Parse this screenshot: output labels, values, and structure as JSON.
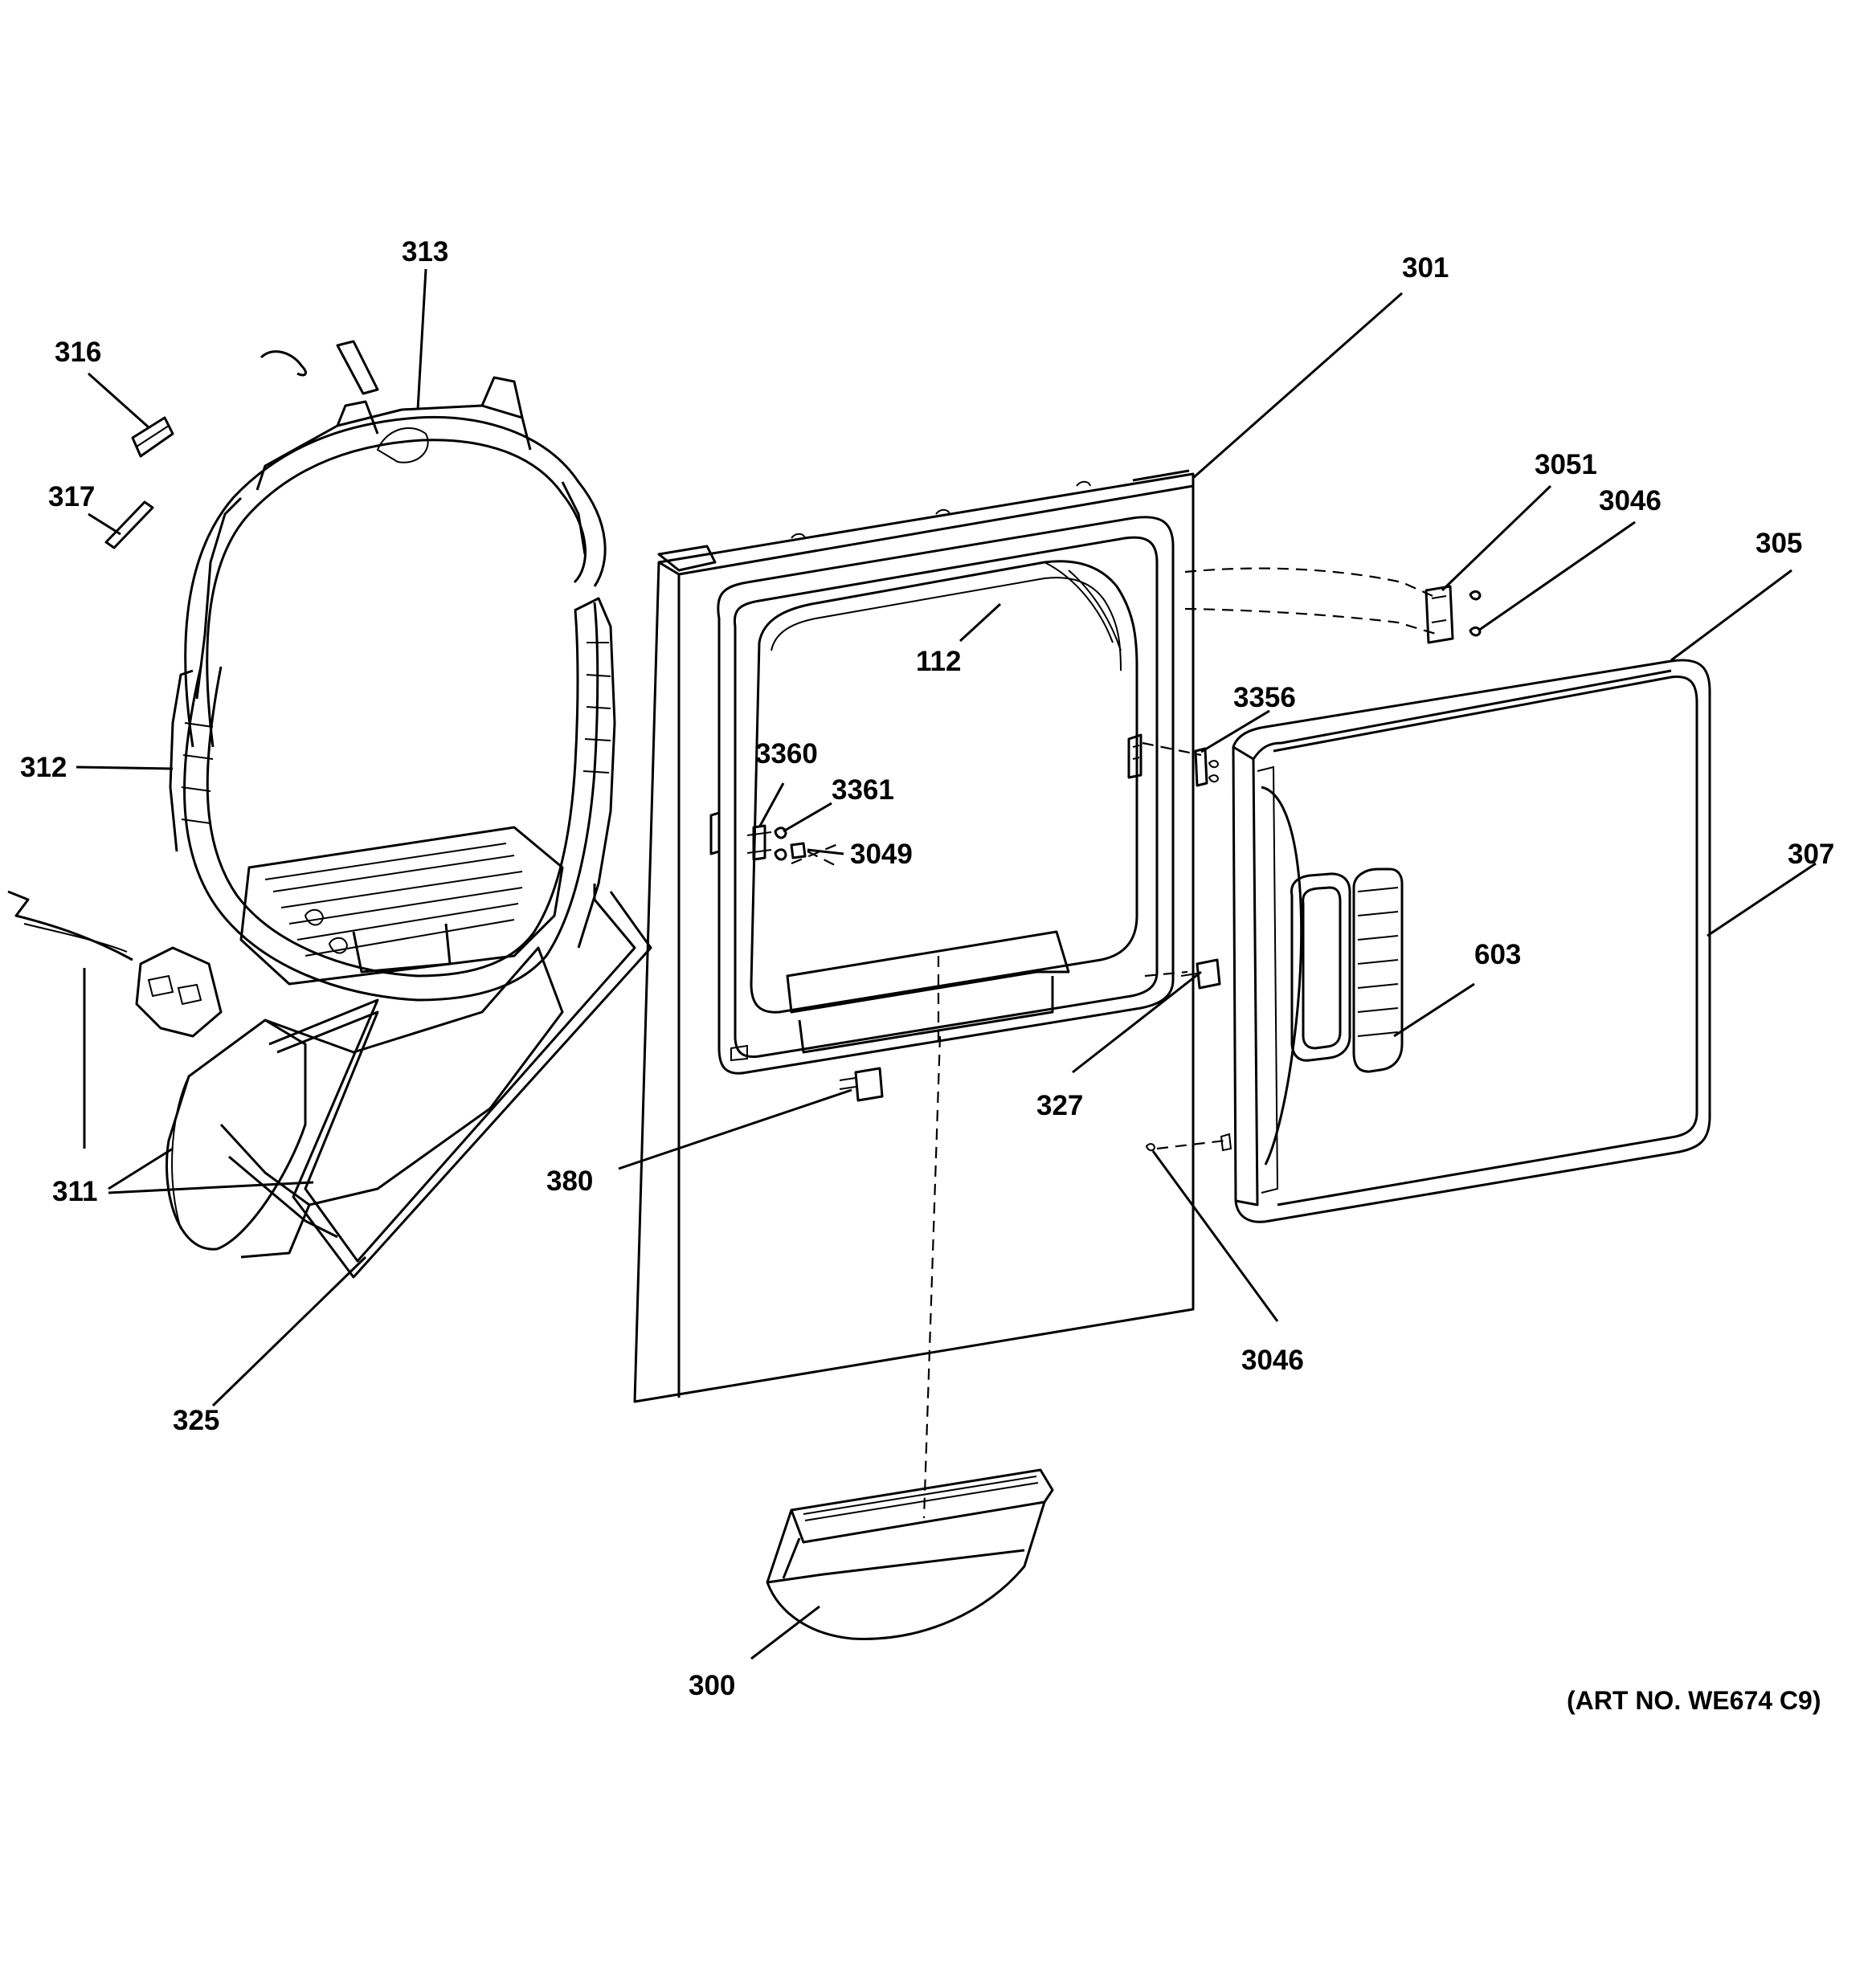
{
  "art_number": "(ART NO. WE674 C9)",
  "callouts": {
    "c313": "313",
    "c316": "316",
    "c317": "317",
    "c312": "312",
    "c311": "311",
    "c325": "325",
    "c301": "301",
    "c112": "112",
    "c3360": "3360",
    "c3361": "3361",
    "c3049": "3049",
    "c380": "380",
    "c300": "300",
    "c3051": "3051",
    "c3046_top": "3046",
    "c305": "305",
    "c3356": "3356",
    "c307": "307",
    "c603": "603",
    "c327": "327",
    "c3046_bottom": "3046"
  }
}
